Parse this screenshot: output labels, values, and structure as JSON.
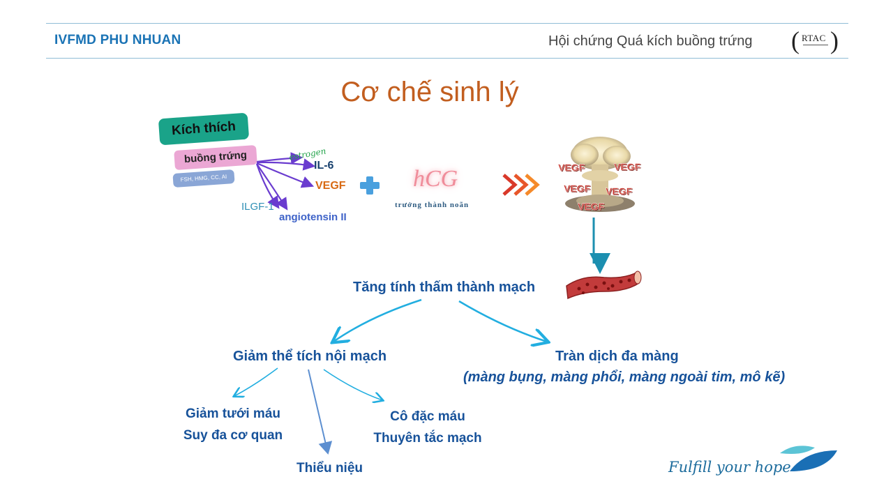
{
  "header": {
    "brand": "IVFMD PHU NHUAN",
    "topic": "Hội chứng Quá kích buồng trứng",
    "logo_text": "RTAC"
  },
  "slide": {
    "title": "Cơ chế sinh lý"
  },
  "stimulus": {
    "line1": "Kích thích",
    "line2": "buồng trứng",
    "agents": "FSH, HMG, CC, AI"
  },
  "factors": {
    "estrogen": "estrogen",
    "il6": "IL-6",
    "vegf": "VEGF",
    "igf": "ILGF-1",
    "angiotensin": "angiotensin II"
  },
  "trigger": {
    "hcg": "hCG",
    "caption": "trưởng thành noãn"
  },
  "explosion": {
    "labels": [
      "VEGF",
      "VEGF",
      "VEGF",
      "VEGF",
      "VEGF"
    ]
  },
  "flow": {
    "permeability": "Tăng tính thấm thành mạch",
    "volume_drop": "Giảm thể tích nội mạch",
    "effusion": "Tràn dịch đa màng",
    "effusion_detail": "(màng bụng, màng phổi, màng ngoài tim, mô kẽ)",
    "perfusion": "Giảm tưới máu",
    "failure": "Suy đa cơ quan",
    "hemo": "Cô đặc máu",
    "thrombo": "Thuyên tắc mạch",
    "oliguria": "Thiểu niệu"
  },
  "footer": {
    "slogan": "Fulfill your hope"
  },
  "colors": {
    "brand": "#1a73b5",
    "title": "#c25e1f",
    "flow_text": "#17529a",
    "arrow": "#22aee0"
  }
}
